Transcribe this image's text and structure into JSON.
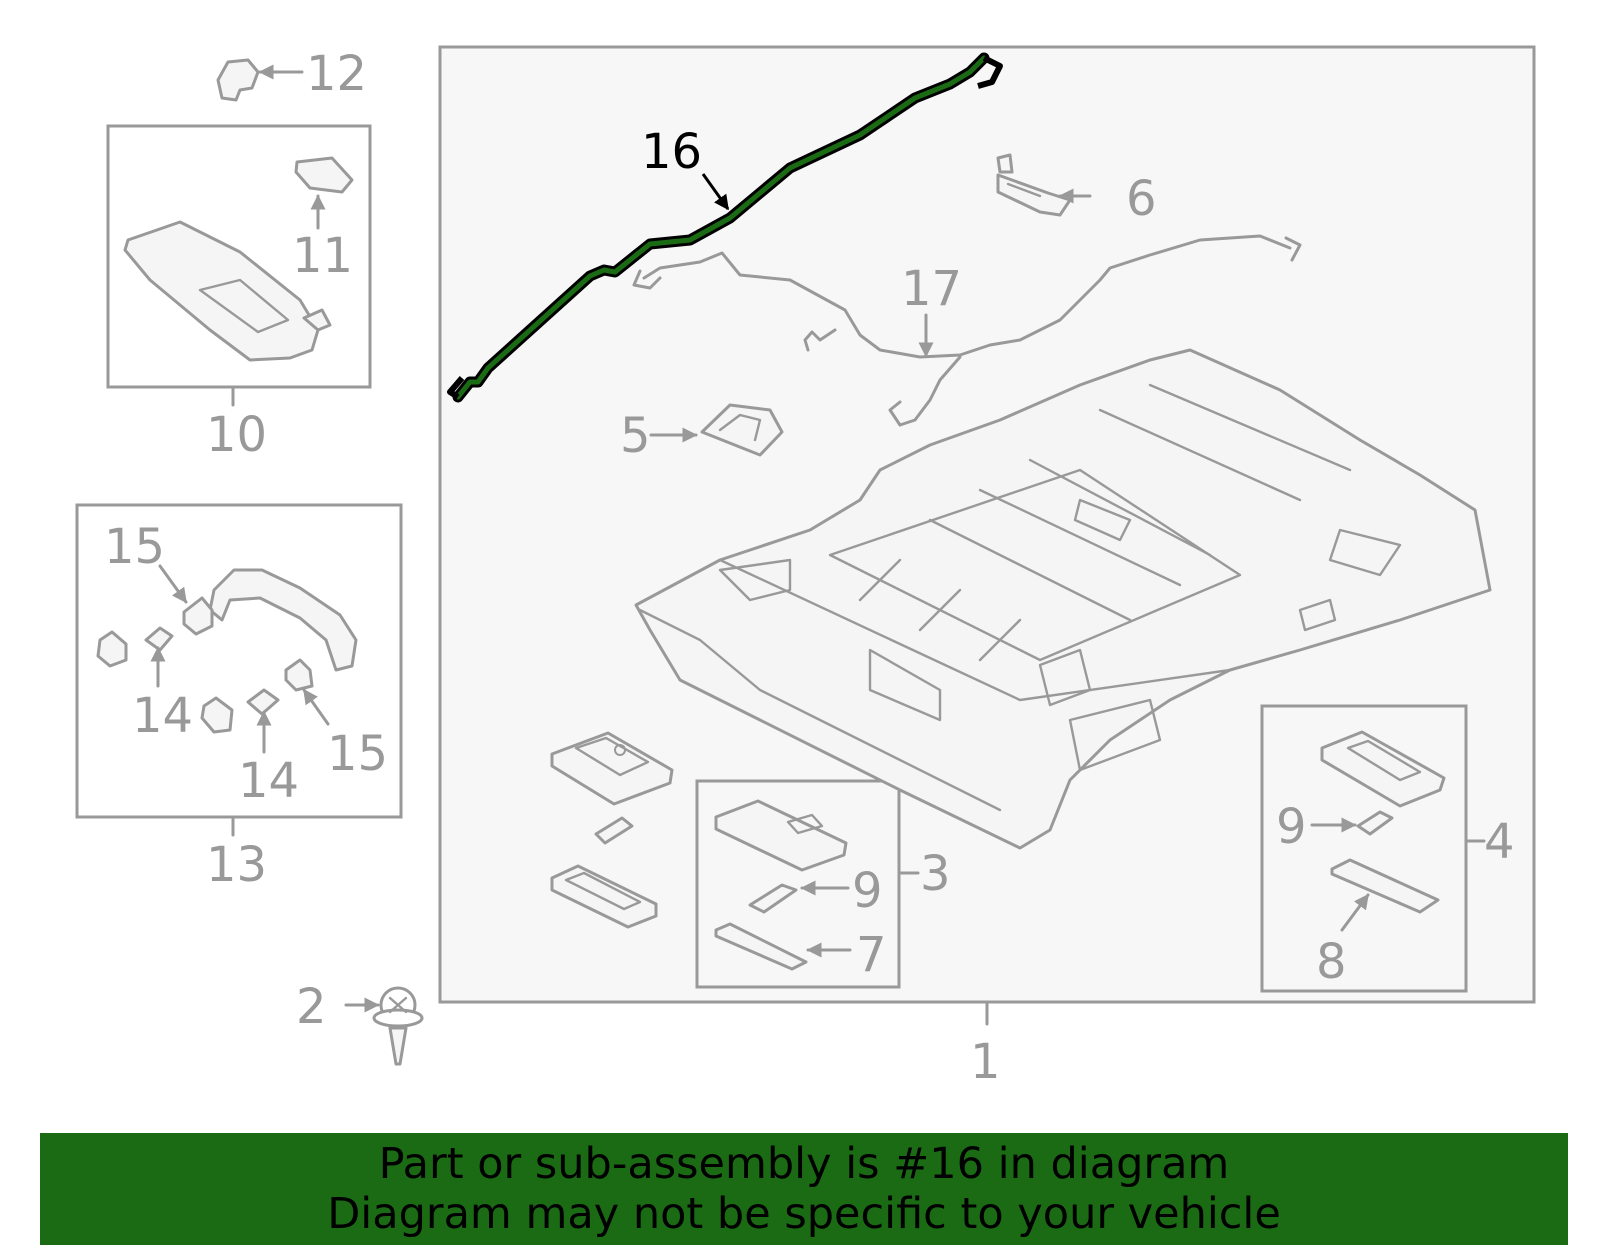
{
  "callouts": {
    "c1": "1",
    "c2": "2",
    "c3": "3",
    "c4": "4",
    "c5": "5",
    "c6": "6",
    "c7": "7",
    "c8": "8",
    "c9a": "9",
    "c9b": "9",
    "c10": "10",
    "c11": "11",
    "c12": "12",
    "c13": "13",
    "c14a": "14",
    "c14b": "14",
    "c15a": "15",
    "c15b": "15",
    "c16": "16",
    "c17": "17"
  },
  "highlight": {
    "part_number": "16",
    "color": "#1a6b14"
  },
  "banner": {
    "line1": "Part or sub-assembly is #16 in diagram",
    "line2": "Diagram may not be specific to your vehicle",
    "background": "#1a6b14"
  }
}
